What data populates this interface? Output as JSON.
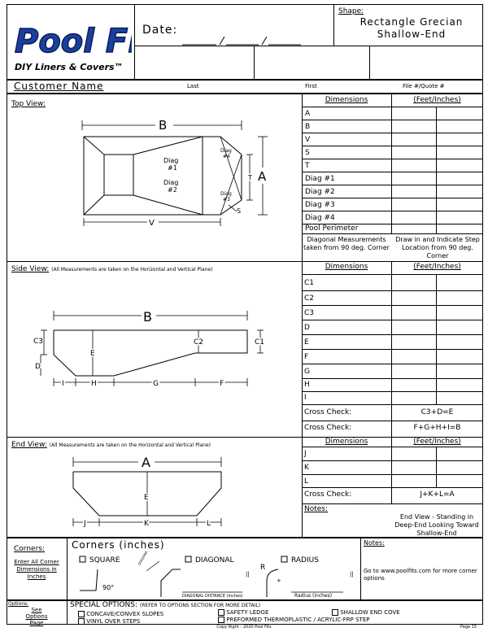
{
  "logo": {
    "line1": "Pool Fits",
    "tagline": "DIY Liners & Covers™"
  },
  "header": {
    "date_label": "Date:",
    "shape_label": "Shape:",
    "shape_value_l1": "Rectangle Grecian",
    "shape_value_l2": "Shallow-End"
  },
  "customer": {
    "label": "Customer Name",
    "last": "Last",
    "first": "First",
    "file": "File #/Quote #"
  },
  "top_view": {
    "label": "Top View:",
    "dim_header": "Dimensions",
    "unit_header": "(Feet/Inches)",
    "rows": [
      "A",
      "B",
      "V",
      "S",
      "T",
      "Diag #1",
      "Diag #2",
      "Diag #3",
      "Diag #4",
      "Pool Perimeter"
    ],
    "note_left": "Diagonal Measurements taken from 90 deg. Corner",
    "note_right": "Draw in and Indicate Step Location from 90 deg. Corner",
    "diagram": {
      "B": "B",
      "V": "V",
      "A": "A",
      "T": "T",
      "S": "S",
      "d1": "Diag",
      "d1n": "#1",
      "d2": "Diag",
      "d2n": "#2",
      "d3": "Diag",
      "d3n": "#3",
      "d4": "Diag",
      "d4n": "#4"
    }
  },
  "side_view": {
    "label": "Side View:",
    "note": "(All Measurements are taken on the Horizontal and Vertical Plane)",
    "dim_header": "Dimensions",
    "unit_header": "(Feet/Inches)",
    "rows": [
      "C1",
      "C2",
      "C3",
      "D",
      "E",
      "F",
      "G",
      "H",
      "I"
    ],
    "check1_label": "Cross Check:",
    "check1_value": "C3+D=E",
    "check2_label": "Cross Check:",
    "check2_value": "F+G+H+I=B",
    "diagram": {
      "B": "B",
      "C3": "C3",
      "C2": "C2",
      "C1": "C1",
      "E": "E",
      "D": "D",
      "I": "I",
      "H": "H",
      "G": "G",
      "F": "F"
    }
  },
  "end_view": {
    "label": "End View:",
    "note": "(All Measurements are taken on the Horizontal and Vertical Plane)",
    "dim_header": "Dimensions",
    "unit_header": "(Feet/Inches)",
    "rows": [
      "J",
      "K",
      "L"
    ],
    "check_label": "Cross Check:",
    "check_value": "J+K+L=A",
    "notes_label": "Notes:",
    "standing_note": "End View - Standing in Deep-End Looking Toward Shallow-End",
    "diagram": {
      "A": "A",
      "E": "E",
      "J": "J",
      "K": "K",
      "L": "L"
    }
  },
  "corners": {
    "label": "Corners:",
    "enter": "Enter All Corner Dimensions in Inches",
    "title": "Corners (inches)",
    "square": "SQUARE",
    "diagonal": "DIAGONAL",
    "radius": "RADIUS",
    "deg": "90°",
    "diag_dist": "DIAGONAL DISTANCE (inches)",
    "radius_in": "Radius (inches)",
    "diag_tiny": "DIAGONAL DISTANCE",
    "R": "R",
    "notes_label": "Notes:",
    "notes_text": "Go to www.poolfits.com for more corner options"
  },
  "options": {
    "label": "Options:",
    "see": "See Options Page",
    "title": "SPECIAL OPTIONS:",
    "refer": "(REFER TO OPTIONS SECTION FOR MORE DETAIL)",
    "items": [
      "CONCAVE/CONVEX SLOPES",
      "SAFETY LEDGE",
      "SHALLOW END COVE",
      "VINYL OVER STEPS",
      "PREFORMED THERMOPLASTIC / ACRYLIC-FRP STEP"
    ]
  },
  "footer": {
    "copyright": "Copy Right - 2020 Pool Fits",
    "page": "Page 15"
  },
  "colors": {
    "logo_blue": "#1b3f9c",
    "logo_outline": "#0a1f5c"
  }
}
